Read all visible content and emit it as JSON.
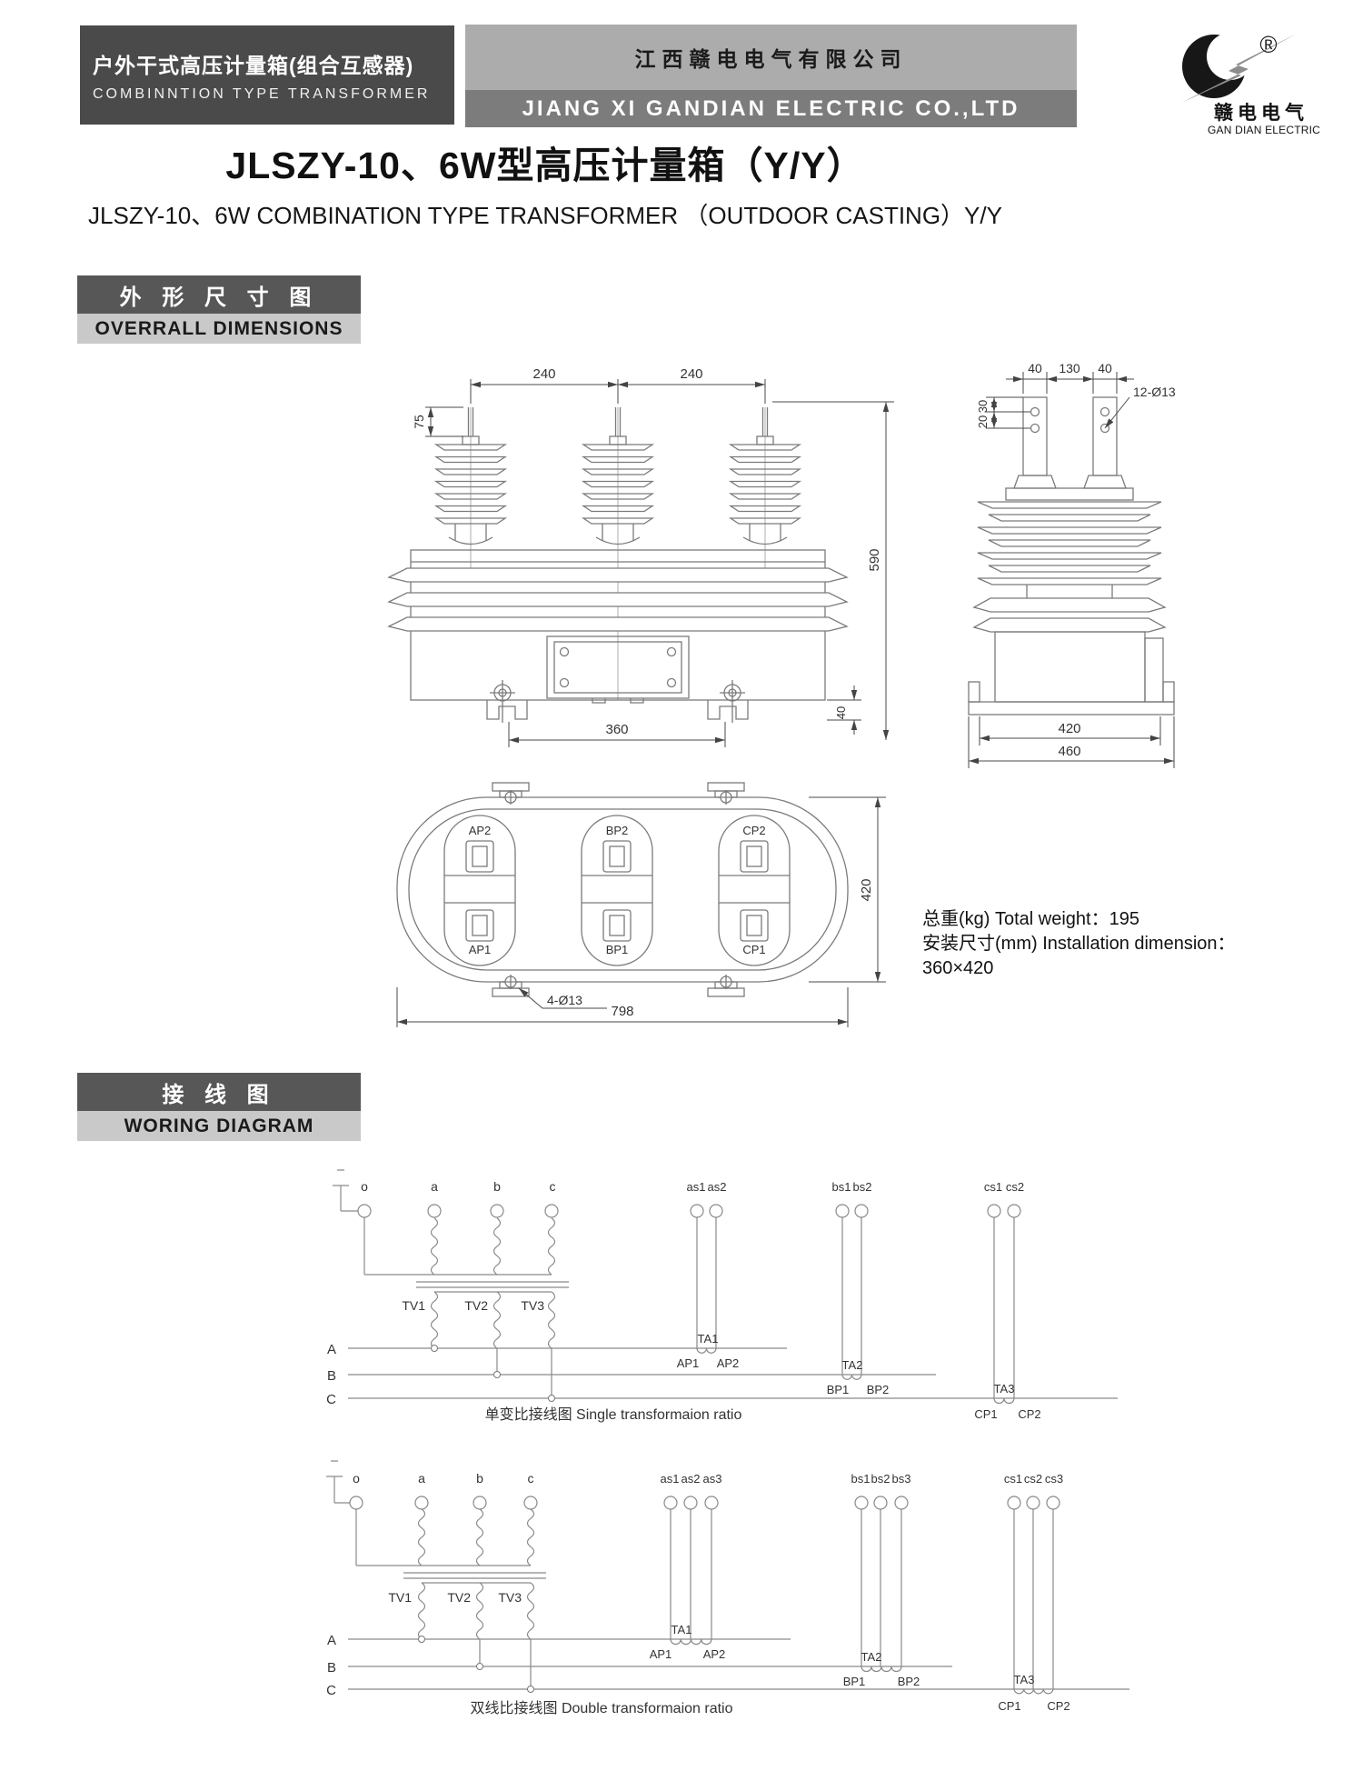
{
  "colors": {
    "banner_left_bg": "#4a4a4a",
    "banner_right_top_bg": "#acacac",
    "banner_right_bottom_bg": "#7c7c7c",
    "section_dark_bg": "#575757",
    "section_light_bg": "#c9c9c9"
  },
  "header": {
    "left_banner": {
      "title_zh": "户外干式高压计量箱(组合互感器)",
      "title_en": "COMBINNTION TYPE TRANSFORMER"
    },
    "right_banner": {
      "company_zh": "江西赣电电气有限公司",
      "company_en": "JIANG XI GANDIAN ELECTRIC CO.,LTD"
    },
    "logo": {
      "registered_mark": "®",
      "brand_zh": "赣电电气",
      "brand_en": "GAN DIAN ELECTRIC"
    }
  },
  "title": {
    "zh": "JLSZY-10、6W型高压计量箱（Y/Y）",
    "en": "JLSZY-10、6W COMBINATION TYPE TRANSFORMER （OUTDOOR CASTING）Y/Y"
  },
  "sections": {
    "dimensions": {
      "zh": "外 形 尺 寸 图",
      "en": "OVERRALL DIMENSIONS"
    },
    "wiring": {
      "zh": "接 线 图",
      "en": "WORING DIAGRAM"
    }
  },
  "drawing": {
    "front_view": {
      "span_left": "240",
      "span_right": "240",
      "stud": "75",
      "height": "590",
      "feet": "360",
      "base": "40"
    },
    "side_view": {
      "post_left": "40",
      "gap": "130",
      "post_right": "40",
      "hole_top": "30",
      "hole_bottom": "20",
      "holes": "12-Ø13",
      "inner": "420",
      "outer": "460"
    },
    "bottom_view": {
      "terminals_top": [
        "AP2",
        "BP2",
        "CP2"
      ],
      "terminals_bottom": [
        "AP1",
        "BP1",
        "CP1"
      ],
      "height": "420",
      "width": "798",
      "holes": "4-Ø13"
    },
    "notes": {
      "weight": "总重(kg) Total weight：195",
      "installation": "安装尺寸(mm) Installation dimension：360×420"
    }
  },
  "wiring": {
    "single": {
      "caption": "单变比接线图 Single transformaion ratio",
      "terminals": [
        "o",
        "a",
        "b",
        "c"
      ],
      "coils": [
        "TV1",
        "TV2",
        "TV3"
      ],
      "phases": [
        "A",
        "B",
        "C"
      ],
      "cts": [
        {
          "terminals": [
            "as1",
            "as2"
          ],
          "label": "TA1",
          "taps": [
            "AP1",
            "AP2"
          ]
        },
        {
          "terminals": [
            "bs1",
            "bs2"
          ],
          "label": "TA2",
          "taps": [
            "BP1",
            "BP2"
          ]
        },
        {
          "terminals": [
            "cs1",
            "cs2"
          ],
          "label": "TA3",
          "taps": [
            "CP1",
            "CP2"
          ]
        }
      ]
    },
    "double": {
      "caption": "双线比接线图 Double transformaion ratio",
      "terminals": [
        "o",
        "a",
        "b",
        "c"
      ],
      "coils": [
        "TV1",
        "TV2",
        "TV3"
      ],
      "phases": [
        "A",
        "B",
        "C"
      ],
      "cts": [
        {
          "terminals": [
            "as1",
            "as2",
            "as3"
          ],
          "label": "TA1",
          "taps": [
            "AP1",
            "AP2"
          ]
        },
        {
          "terminals": [
            "bs1",
            "bs2",
            "bs3"
          ],
          "label": "TA2",
          "taps": [
            "BP1",
            "BP2"
          ]
        },
        {
          "terminals": [
            "cs1",
            "cs2",
            "cs3"
          ],
          "label": "TA3",
          "taps": [
            "CP1",
            "CP2"
          ]
        }
      ]
    }
  }
}
